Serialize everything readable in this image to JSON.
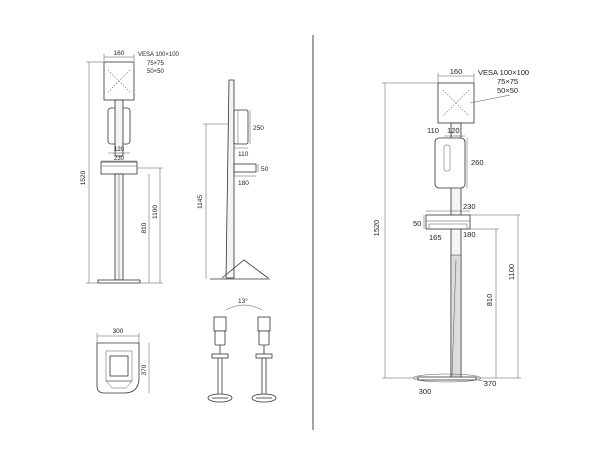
{
  "drawing": {
    "labels": {
      "vesa": "VESA 100×100",
      "vesa_75": "75×75",
      "vesa_50": "50×50",
      "angle": "13°"
    },
    "dimensions": {
      "d160": "160",
      "d120": "120",
      "d110": "110",
      "d230": "230",
      "d250": "250",
      "d50": "50",
      "d180": "180",
      "d1145": "1145",
      "d1520": "1520",
      "d1100": "1100",
      "d810": "810",
      "d300": "300",
      "d370": "370",
      "d260": "260",
      "d165": "165"
    }
  }
}
